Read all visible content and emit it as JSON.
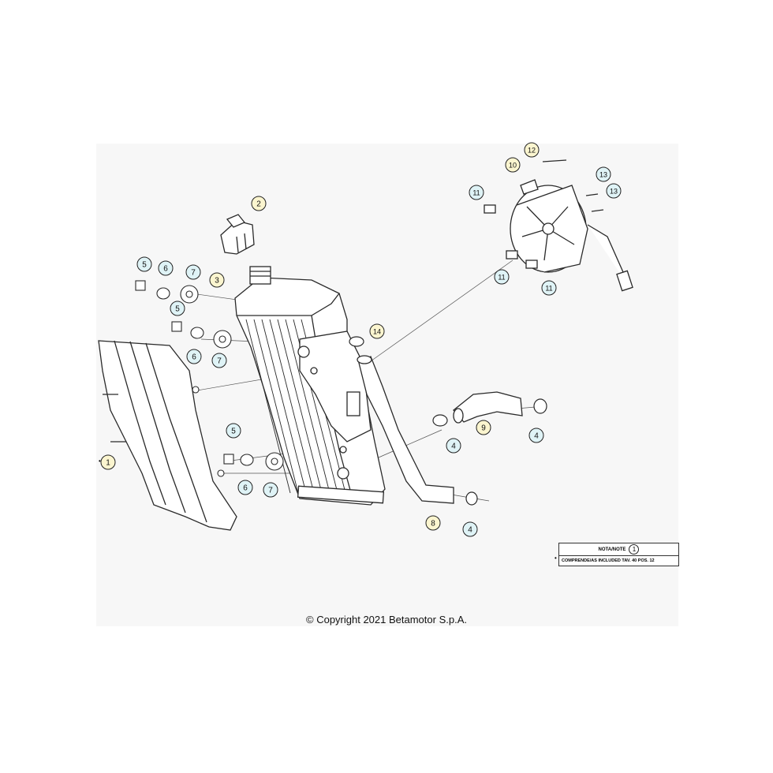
{
  "copyright": "© Copyright 2021 Betamotor S.p.A.",
  "note": {
    "header": "NOTA/NOTE",
    "ref": "1",
    "text": "COMPRENDE/AS INCLUDED TAV. 40 POS. 12"
  },
  "colors": {
    "background": "#ffffff",
    "panel": "#f7f7f7",
    "line": "#2a2a2a",
    "callout_yellow": "#fbf5cf",
    "callout_blue": "#dff3f6"
  },
  "callouts": [
    {
      "label": "1",
      "kind": "yellow"
    },
    {
      "label": "2",
      "kind": "yellow"
    },
    {
      "label": "3",
      "kind": "yellow"
    },
    {
      "label": "5",
      "kind": "blue"
    },
    {
      "label": "6",
      "kind": "blue"
    },
    {
      "label": "7",
      "kind": "blue"
    },
    {
      "label": "5",
      "kind": "blue"
    },
    {
      "label": "6",
      "kind": "blue"
    },
    {
      "label": "7",
      "kind": "blue"
    },
    {
      "label": "5",
      "kind": "blue"
    },
    {
      "label": "6",
      "kind": "blue"
    },
    {
      "label": "7",
      "kind": "blue"
    },
    {
      "label": "14",
      "kind": "yellow"
    },
    {
      "label": "4",
      "kind": "blue"
    },
    {
      "label": "9",
      "kind": "yellow"
    },
    {
      "label": "4",
      "kind": "blue"
    },
    {
      "label": "8",
      "kind": "yellow"
    },
    {
      "label": "4",
      "kind": "blue"
    },
    {
      "label": "12",
      "kind": "yellow"
    },
    {
      "label": "10",
      "kind": "yellow"
    },
    {
      "label": "11",
      "kind": "blue"
    },
    {
      "label": "13",
      "kind": "blue"
    },
    {
      "label": "13",
      "kind": "blue"
    },
    {
      "label": "11",
      "kind": "blue"
    },
    {
      "label": "11",
      "kind": "blue"
    }
  ]
}
